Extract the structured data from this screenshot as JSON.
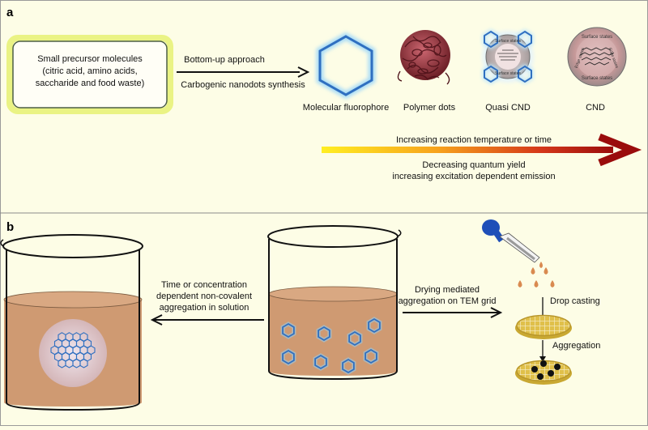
{
  "panel_a": {
    "letter": "a",
    "precursor_lines": [
      "Small precursor molecules",
      "(citric acid, amino acids,",
      "saccharide and food waste)"
    ],
    "approach_label": "Bottom-up approach",
    "synthesis_label": "Carbogenic nanodots synthesis",
    "products": {
      "molecular": "Molecular fluorophore",
      "polymer": "Polymer dots",
      "quasi": "Quasi CND",
      "cnd": "CND"
    },
    "surface_states": "Surface states",
    "edge_states": "Edge states",
    "gradient_label": "Increasing reaction temperature or time",
    "trend_line1": "Decreasing quantum yield",
    "trend_line2": "increasing excitation dependent emission"
  },
  "panel_b": {
    "letter": "b",
    "left_arrow_lines": [
      "Time or concentration",
      "dependent non-covalent",
      "aggregation in solution"
    ],
    "right_arrow_lines": [
      "Drying mediated",
      "aggregation on TEM grid"
    ],
    "drop_casting": "Drop casting",
    "aggregation": "Aggregation"
  },
  "colors": {
    "background": "#fdfde6",
    "hex_blue": "#2f6fc0",
    "glow_blue": "#8fd0f5",
    "solution": "#cf9a72",
    "gradient_start": "#ffee22",
    "gradient_end": "#9a0c0c",
    "grid_gold": "#e0c04a",
    "dropper_blue": "#1f4fb8",
    "droplet": "#d98a50"
  }
}
